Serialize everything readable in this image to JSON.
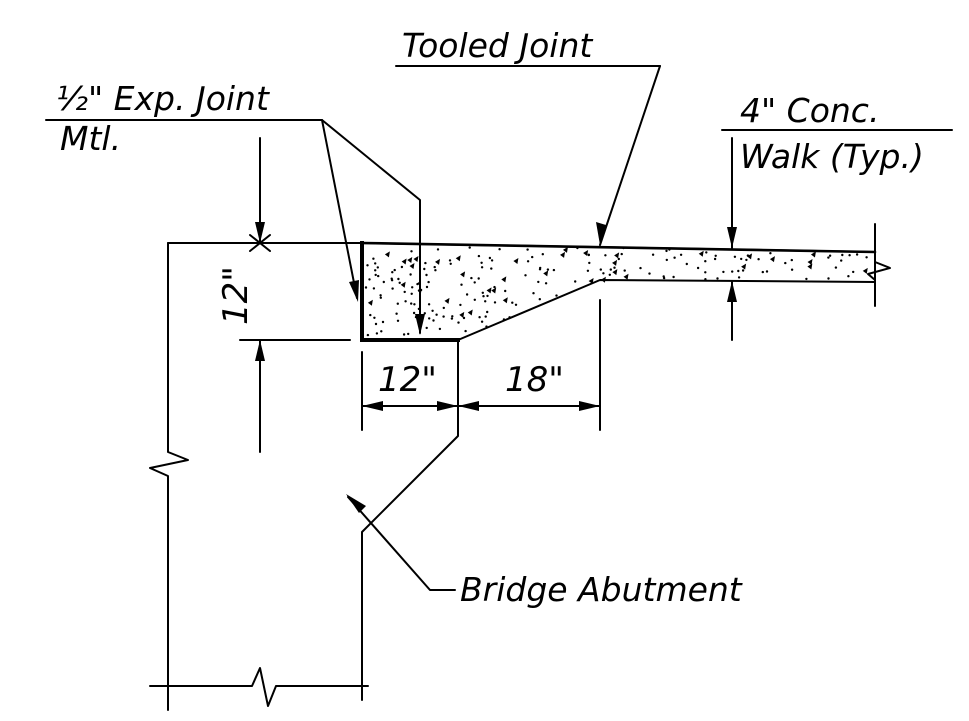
{
  "labels": {
    "tooled_joint": "Tooled Joint",
    "exp_joint_line1": "½\" Exp. Joint",
    "exp_joint_line2": "Mtl.",
    "walk_line1": "4\" Conc.",
    "walk_line2": "Walk (Typ.)",
    "bridge_abutment": "Bridge Abutment"
  },
  "dimensions": {
    "vertical_depth": "12\"",
    "bottom_width": "12\"",
    "taper_width": "18\""
  },
  "colors": {
    "line": "#000000",
    "background": "#ffffff"
  }
}
